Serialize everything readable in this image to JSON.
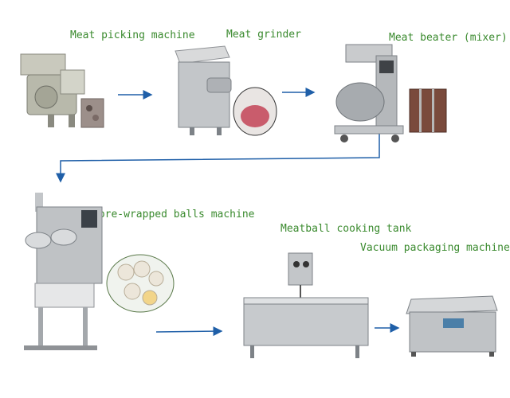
{
  "labels": {
    "picking": "Meat picking machine",
    "grinder": "Meat grinder",
    "beater": "Meat beater (mixer)",
    "core": "Core-wrapped balls machine",
    "cooking": "Meatball cooking tank",
    "vacuum": "Vacuum packaging machine"
  },
  "colors": {
    "label_text": "#3a8a2e",
    "arrow": "#1f5fa8",
    "steel": "#b9bcbf",
    "steel_dark": "#7d8287"
  },
  "icons": {
    "picking": "meat-picking-machine-icon",
    "grinder": "meat-grinder-icon",
    "beater": "meat-beater-mixer-icon",
    "core": "core-wrapped-balls-machine-icon",
    "cooking": "meatball-cooking-tank-icon",
    "vacuum": "vacuum-packaging-machine-icon"
  }
}
